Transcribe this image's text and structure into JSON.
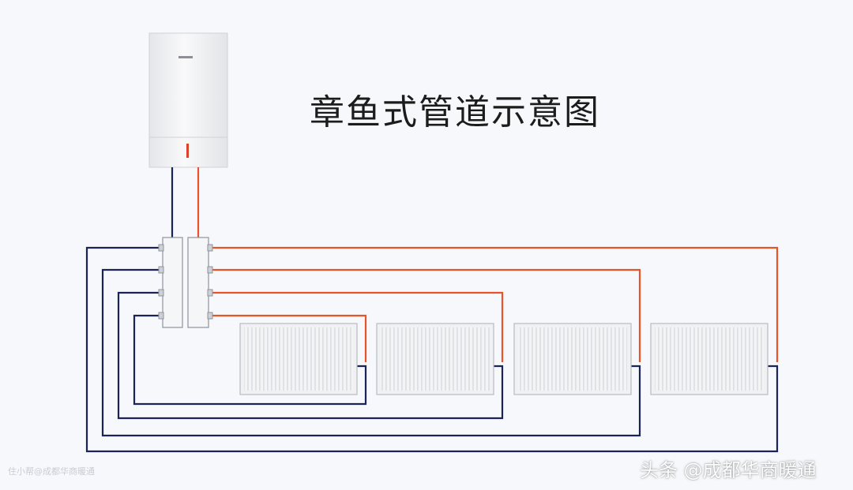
{
  "diagram": {
    "title": "章鱼式管道示意图",
    "colors": {
      "supply_pipe": "#e8542a",
      "return_pipe": "#1c2357",
      "background": "#f7f8fb"
    },
    "components": {
      "boiler": "wall-hung-boiler",
      "manifolds": [
        "return-manifold",
        "supply-manifold"
      ],
      "radiators": [
        "radiator-1",
        "radiator-2",
        "radiator-3",
        "radiator-4"
      ]
    }
  },
  "watermarks": {
    "left": "住小帮@成都华商暖通",
    "right": "头条 @成都华商暖通"
  }
}
